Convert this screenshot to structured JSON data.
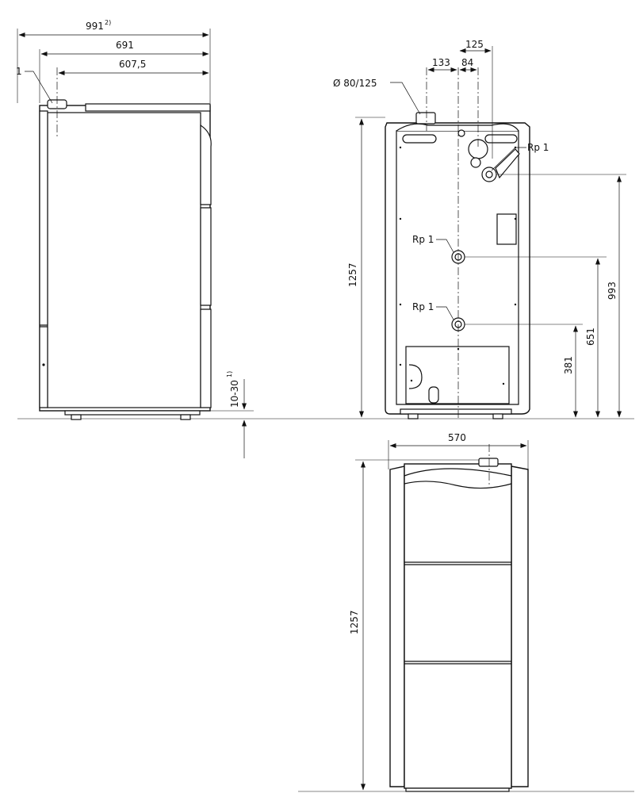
{
  "dimensions": {
    "side_depth_total": "991",
    "side_depth_total_note": "2)",
    "side_depth": "691",
    "side_depth_inner": "607,5",
    "side_label_1": "1",
    "adjust_feet": "10-30",
    "adjust_feet_note": "1)",
    "rear_125": "125",
    "rear_133": "133",
    "rear_84": "84",
    "flue_diameter": "Ø 80/125",
    "rear_height": "1257",
    "conn_top": "Rp 1",
    "conn_mid": "Rp 1",
    "conn_low": "Rp 1",
    "h_993": "993",
    "h_651": "651",
    "h_381": "381",
    "front_width": "570",
    "front_height": "1257"
  }
}
